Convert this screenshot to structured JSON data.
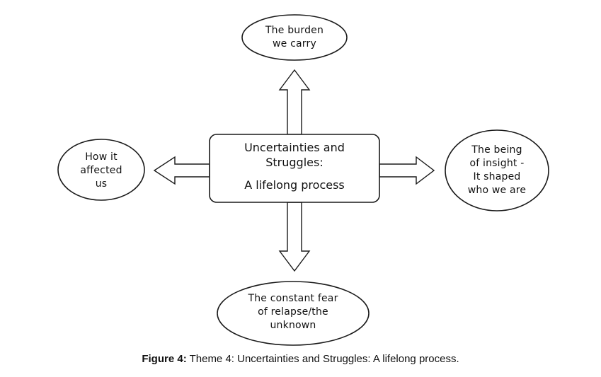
{
  "center": {
    "line1": "Uncertainties and",
    "line2": "Struggles:",
    "line3": "A lifelong process"
  },
  "nodes": {
    "top": {
      "line1": "The burden",
      "line2": "we carry"
    },
    "left": {
      "line1": "How it",
      "line2": "affected",
      "line3": "us"
    },
    "right": {
      "line1": "The being",
      "line2": "of insight -",
      "line3": "It shaped",
      "line4": "who we are"
    },
    "bottom": {
      "line1": "The constant fear",
      "line2": "of relapse/the",
      "line3": "unknown"
    }
  },
  "caption": {
    "label": "Figure 4:",
    "text": "Theme 4: Uncertainties and Struggles: A lifelong process."
  }
}
